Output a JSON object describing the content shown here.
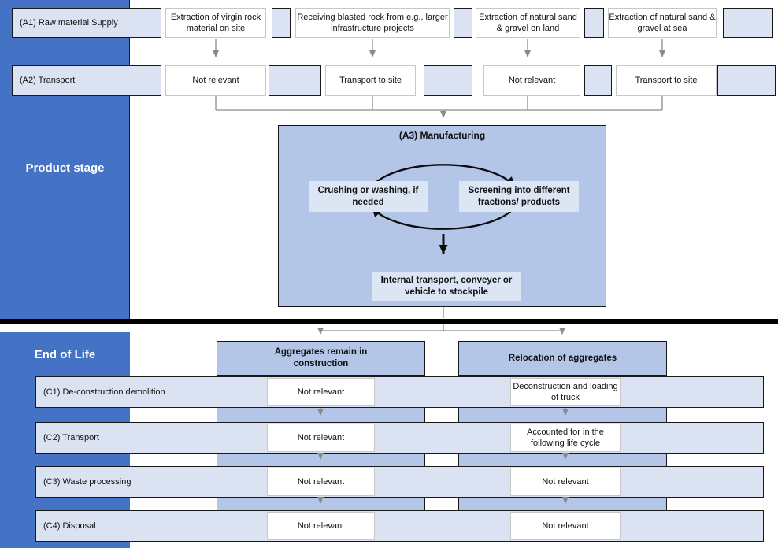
{
  "colors": {
    "sidebar_blue": "#4472c4",
    "medium_blue": "#b3c6e7",
    "light_blue": "#dbe3f3",
    "cell_white": "#ffffff",
    "connector_gray": "#8a8a8a",
    "flow_black": "#0d0d0d"
  },
  "sidebar": {
    "product_stage_label": "Product stage",
    "end_of_life_label": "End of Life"
  },
  "product": {
    "a1": {
      "label": "(A1) Raw material Supply",
      "cells": [
        "Extraction of virgin rock material on site",
        "Receiving blasted rock from e.g., larger infrastructure projects",
        "Extraction of natural sand & gravel on land",
        "Extraction of natural sand & gravel at sea"
      ]
    },
    "a2": {
      "label": "(A2) Transport",
      "cells": [
        "Not relevant",
        "Transport to site",
        "Not relevant",
        "Transport to site"
      ]
    },
    "a3": {
      "title": "(A3) Manufacturing",
      "crushing": "Crushing or washing, if needed",
      "screening": "Screening into different fractions/ products",
      "internal_transport": "Internal transport, conveyer or vehicle to stockpile"
    }
  },
  "eol": {
    "col_left": "Aggregates remain in construction",
    "col_right": "Relocation of aggregates",
    "rows": [
      {
        "label": "(C1) De-construction demolition",
        "cells": [
          "Not relevant",
          "Deconstruction and loading of truck"
        ]
      },
      {
        "label": "(C2) Transport",
        "cells": [
          "Not relevant",
          "Accounted for in the following life cycle"
        ]
      },
      {
        "label": "(C3) Waste processing",
        "cells": [
          "Not relevant",
          "Not relevant"
        ]
      },
      {
        "label": "(C4) Disposal",
        "cells": [
          "Not relevant",
          "Not relevant"
        ]
      }
    ]
  }
}
